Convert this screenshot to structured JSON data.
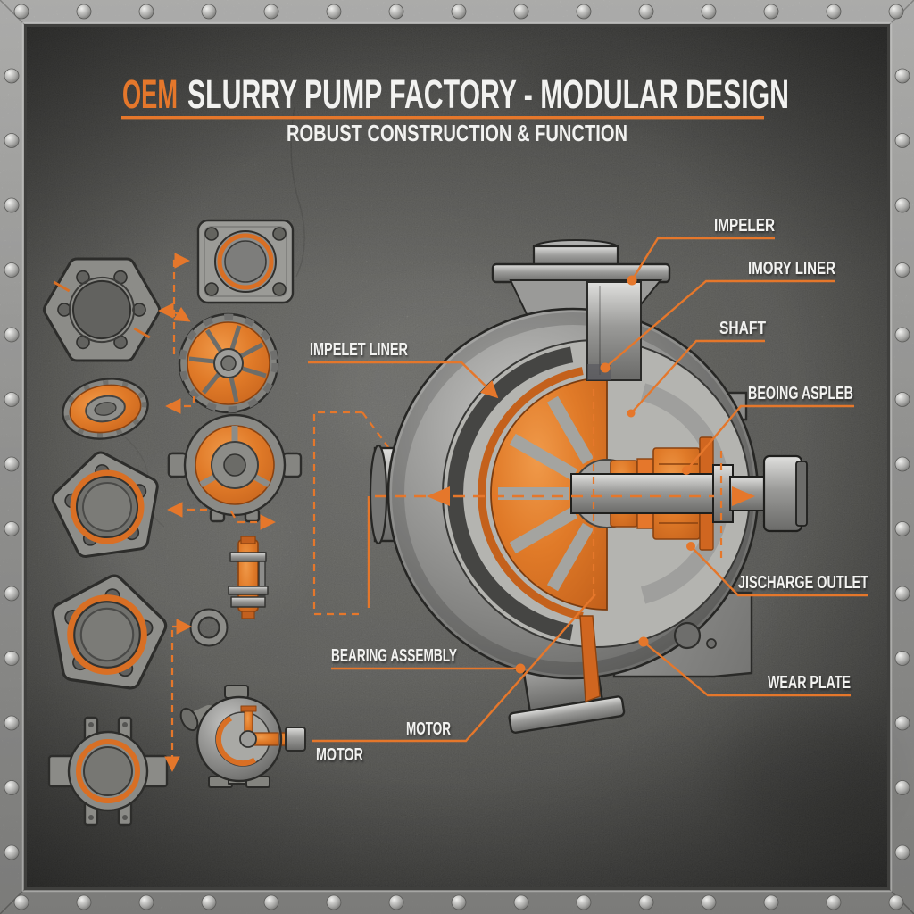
{
  "title": {
    "accent": "OEM",
    "rest": "SLURRY PUMP FACTORY - MODULAR DESIGN",
    "subtitle": "ROBUST CONSTRUCTION & FUNCTION"
  },
  "callouts": {
    "impeler": "IMPELER",
    "imory_liner": "IMORY LINER",
    "shaft": "SHAFT",
    "beoing_aspleb": "BEOING ASPLEB",
    "jischarge_outlet": "JISCHARGE OUTLET",
    "wear_plate": "WEAR PLATE",
    "impelet_liner": "IMPELET LINER",
    "bearing_assembly": "BEARING ASSEMBLY",
    "motor_upper": "MOTOR",
    "motor_lower": "MOTOR"
  },
  "colors": {
    "accent": "#E5772B",
    "accent_deep": "#C2601F",
    "label_text": "#F2F2F0",
    "panel_base": "#73736F",
    "frame_metal": "#ADADAB",
    "pump_gray": "#8E8E8C"
  },
  "parts": [
    "square-inlet-flange",
    "hex-gasket",
    "impeller",
    "liner-cover",
    "frame-plate",
    "pentagon-flange-upper",
    "shaft-sleeve",
    "pentagon-flange-lower",
    "spacer-ring",
    "mini-pump",
    "cross-bracket"
  ]
}
